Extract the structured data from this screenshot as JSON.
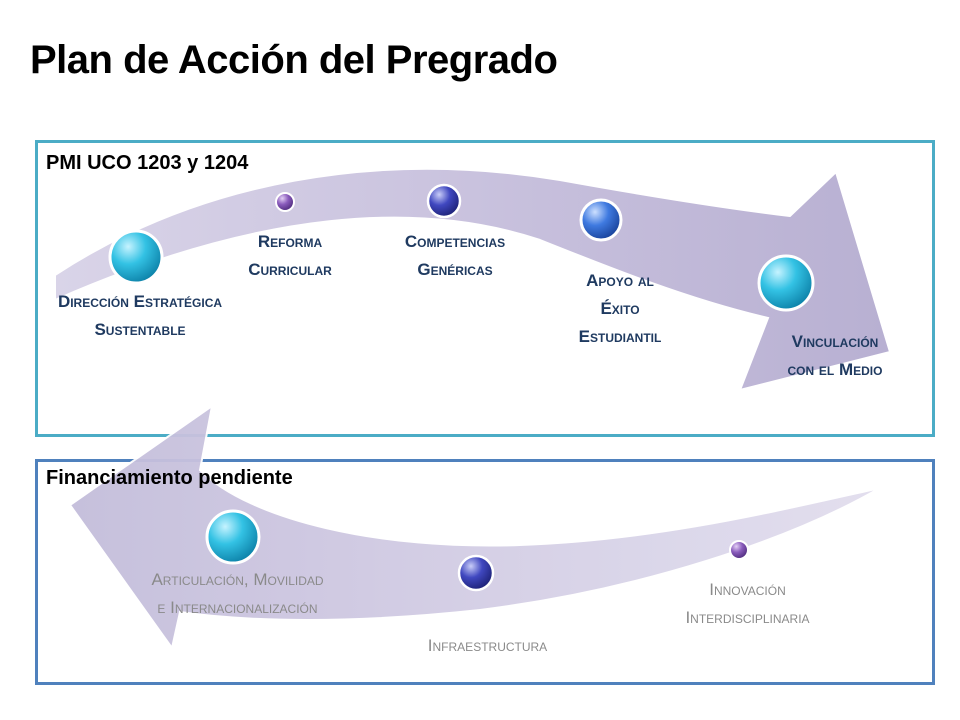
{
  "title": "Plan de Acción del Pregrado",
  "panels": {
    "top": {
      "label": "PMI UCO 1203 y 1204",
      "border_color": "#4bacc6"
    },
    "bottom": {
      "label": "Financiamiento pendiente",
      "border_color": "#4f81bd"
    }
  },
  "top_nodes": [
    {
      "label_line1": "Dirección Estratégica",
      "label_line2": "Sustentable",
      "color": "#2fb7d6"
    },
    {
      "label_line1": "Reforma",
      "label_line2": "Curricular",
      "color": "#7b4fa6"
    },
    {
      "label_line1": "Competencias",
      "label_line2": "Genéricas",
      "color": "#3b3fa8"
    },
    {
      "label_line1": "Apoyo al",
      "label_line2": "Éxito",
      "label_line3": "Estudiantil",
      "color": "#3a6fd0"
    },
    {
      "label_line1": "Vinculación",
      "label_line2": "con el Medio",
      "color": "#2fb7d6"
    }
  ],
  "bottom_nodes": [
    {
      "label_line1": "Articulación, Movilidad",
      "label_line2": "e Internacionalización",
      "color": "#2fb7d6"
    },
    {
      "label_line1": "Infraestructura",
      "color": "#3b3fa8"
    },
    {
      "label_line1": "Innovación",
      "label_line2": "Interdisciplinaria",
      "color": "#7b4fa6"
    }
  ],
  "colors": {
    "label_dark": "#1f3a60",
    "label_muted": "#8a8a8a",
    "arrow_fill": "#c9c3dc",
    "arrow_stroke": "#e6e2ef"
  }
}
